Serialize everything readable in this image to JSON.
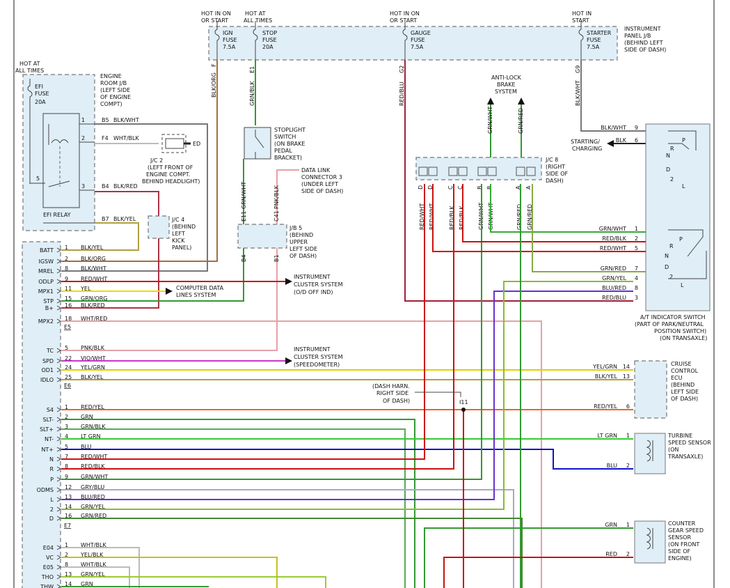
{
  "fuses": {
    "ign": {
      "hot": [
        "HOT IN ON",
        "OR START"
      ],
      "name": [
        "IGN",
        "FUSE",
        "7.5A"
      ]
    },
    "stop": {
      "hot": [
        "HOT AT",
        "ALL TIMES"
      ],
      "name": [
        "STOP",
        "FUSE",
        "20A"
      ]
    },
    "gauge": {
      "hot": [
        "HOT IN ON",
        "OR START"
      ],
      "name": [
        "GAUGE",
        "FUSE",
        "7.5A"
      ]
    },
    "starter": {
      "hot": [
        "HOT IN",
        "START"
      ],
      "name": [
        "STARTER",
        "FUSE",
        "7.5A"
      ]
    },
    "efi": {
      "hot": [
        "HOT AT",
        "ALL TIMES"
      ],
      "name": [
        "EFI",
        "FUSE",
        "20A"
      ]
    }
  },
  "junction_labels": {
    "ipjb": [
      "INSTRUMENT",
      "PANEL J/B",
      "(BEHIND LEFT",
      "SIDE OF DASH)"
    ],
    "erjb": [
      "ENGINE",
      "ROOM J/B",
      "(LEFT SIDE",
      "OF ENGINE",
      "COMPT)"
    ],
    "jc2": [
      "J/C 2",
      "(LEFT FRONT OF",
      "ENGINE COMPT.",
      "BEHIND HEADLIGHT)"
    ],
    "jc4": [
      "J/C 4",
      "(BEHIND",
      "LEFT",
      "KICK",
      "PANEL)"
    ],
    "jb5": [
      "J/B 5",
      "(BEHIND",
      "UPPER",
      "LEFT SIDE",
      "OF DASH)"
    ],
    "jc8": [
      "J/C 8",
      "(RIGHT",
      "SIDE OF",
      "DASH)"
    ],
    "stoplight": [
      "STOPLIGHT",
      "SWITCH",
      "(ON BRAKE",
      "PEDAL",
      "BRACKET)"
    ],
    "dlc": [
      "DATA LINK",
      "CONNECTOR 3",
      "(UNDER LEFT",
      "SIDE OF DASH)"
    ],
    "abs": [
      "ANTI-LOCK",
      "BRAKE",
      "SYSTEM"
    ],
    "starting": [
      "STARTING/",
      "CHARGING"
    ],
    "efi_relay": "EFI RELAY",
    "ed": "ED",
    "at_switch": [
      "A/T INDICATOR SWITCH",
      "(PART OF PARK/NEUTRAL",
      "POSITION SWITCH)",
      "(ON TRANSAXLE)"
    ],
    "cruise": [
      "CRUISE",
      "CONTROL",
      "ECU",
      "(BEHIND",
      "LEFT SIDE",
      "OF DASH)"
    ],
    "turbine": [
      "TURBINE",
      "SPEED SENSOR",
      "(ON",
      "TRANSAXLE)"
    ],
    "counter": [
      "COUNTER",
      "GEAR SPEED",
      "SENSOR",
      "(ON FRONT",
      "SIDE OF",
      "ENGINE)"
    ],
    "data_lines": [
      "COMPUTER DATA",
      "LINES SYSTEM"
    ],
    "ic_odoff": [
      "INSTRUMENT",
      "CLUSTER SYSTEM",
      "(O/D OFF IND)"
    ],
    "ic_speedo": [
      "INSTRUMENT",
      "CLUSTER SYSTEM",
      "(SPEEDOMETER)"
    ],
    "dash_harn": [
      "(DASH HARN.",
      "RIGHT SIDE",
      "OF DASH)"
    ],
    "splice_i11": "I11"
  },
  "vertical_wire_labels": {
    "ign": "BLK/ORG",
    "ign_pin": "F",
    "stop": "GRN/BLK",
    "stop_pin": "E1",
    "gauge": "RED/BLU",
    "gauge_pin": "G2",
    "starter": "BLK/WHT",
    "starter_pin": "G9",
    "stp_sw": "GRN/WHT",
    "dlc": "PNK/BLK",
    "jb5_top1": "E11",
    "jb5_top2": "C41",
    "jb5_bot1": "B4",
    "jb5_bot2": "B1",
    "abs1": "GRN/WHT",
    "abs2": "GRN/RED"
  },
  "jc8_pins": [
    "D",
    "D",
    "C",
    "C",
    "B",
    "B",
    "A",
    "A"
  ],
  "jc8_wires": [
    "RED/WHT",
    "RED/WHT",
    "RED/BLK",
    "RED/BLK",
    "GRN/WHT",
    "GRN/WHT",
    "GRN/RED",
    "GRN/RED"
  ],
  "relay_pins": [
    {
      "pin": "1",
      "cav": "B5",
      "wire": "BLK/WHT"
    },
    {
      "pin": "2",
      "cav": "F4",
      "wire": "WHT/BLK"
    },
    {
      "pin": "3",
      "cav": "B4",
      "wire": "BLK/RED"
    },
    {
      "pin": "",
      "cav": "B7",
      "wire": "BLK/YEL"
    }
  ],
  "ecm_pins": [
    {
      "label": "BATT",
      "pin": "1",
      "wire": "BLK/YEL"
    },
    {
      "label": "IGSW",
      "pin": "2",
      "wire": "BLK/ORG"
    },
    {
      "label": "MREL",
      "pin": "8",
      "wire": "BLK/WHT"
    },
    {
      "label": "ODLP",
      "pin": "9",
      "wire": "RED/WHT"
    },
    {
      "label": "MPX1",
      "pin": "11",
      "wire": "YEL"
    },
    {
      "label": "STP",
      "pin": "15",
      "wire": "GRN/ORG"
    },
    {
      "label": "B+",
      "pin": "16",
      "wire": "BLK/RED"
    },
    {
      "label": "MPX2",
      "pin": "18",
      "wire": "WHT/RED"
    },
    {
      "label": "TC",
      "pin": "5",
      "wire": "PNK/BLK"
    },
    {
      "label": "SPD",
      "pin": "22",
      "wire": "VIO/WHT"
    },
    {
      "label": "OD1",
      "pin": "24",
      "wire": "YEL/GRN"
    },
    {
      "label": "IDLO",
      "pin": "25",
      "wire": "BLK/YEL"
    },
    {
      "label": "S4",
      "pin": "1",
      "wire": "RED/YEL"
    },
    {
      "label": "SLT-",
      "pin": "2",
      "wire": "GRN"
    },
    {
      "label": "SLT+",
      "pin": "3",
      "wire": "GRN/BLK"
    },
    {
      "label": "NT-",
      "pin": "4",
      "wire": "LT GRN"
    },
    {
      "label": "NT+",
      "pin": "5",
      "wire": "BLU"
    },
    {
      "label": "N",
      "pin": "7",
      "wire": "RED/WHT"
    },
    {
      "label": "R",
      "pin": "8",
      "wire": "RED/BLK"
    },
    {
      "label": "P",
      "pin": "9",
      "wire": "GRN/WHT"
    },
    {
      "label": "ODMS",
      "pin": "12",
      "wire": "GRY/BLU"
    },
    {
      "label": "L",
      "pin": "13",
      "wire": "BLU/RED"
    },
    {
      "label": "2",
      "pin": "14",
      "wire": "GRN/YEL"
    },
    {
      "label": "D",
      "pin": "16",
      "wire": "GRN/RED"
    },
    {
      "label": "E04",
      "pin": "1",
      "wire": "WHT/BLK"
    },
    {
      "label": "VC",
      "pin": "2",
      "wire": "YEL/BLK"
    },
    {
      "label": "E05",
      "pin": "8",
      "wire": "WHT/BLK"
    },
    {
      "label": "THO",
      "pin": "13",
      "wire": "GRN/YEL"
    },
    {
      "label": "THW",
      "pin": "14",
      "wire": "GRN"
    }
  ],
  "connectors": [
    "E5",
    "E6",
    "E7"
  ],
  "at_switch_pins": [
    {
      "wire": "BLK/WHT",
      "pin": "9"
    },
    {
      "wire": "BLK",
      "pin": "6"
    },
    {
      "wire": "GRN/WHT",
      "pin": "1"
    },
    {
      "wire": "RED/BLK",
      "pin": "2"
    },
    {
      "wire": "RED/WHT",
      "pin": "5"
    },
    {
      "wire": "GRN/RED",
      "pin": "7"
    },
    {
      "wire": "GRN/YEL",
      "pin": "4"
    },
    {
      "wire": "BLU/RED",
      "pin": "8"
    },
    {
      "wire": "RED/BLU",
      "pin": "3"
    }
  ],
  "switch_positions_top": [
    "P",
    "R",
    "N",
    "D",
    "2",
    "L"
  ],
  "switch_positions_bot": [
    "P",
    "R",
    "N",
    "D",
    "2",
    "L"
  ],
  "cruise_pins": [
    {
      "wire": "YEL/GRN",
      "pin": "14"
    },
    {
      "wire": "BLK/YEL",
      "pin": "13"
    },
    {
      "wire": "RED/YEL",
      "pin": "6"
    }
  ],
  "turbine_pins": [
    {
      "wire": "LT GRN",
      "pin": "1"
    },
    {
      "wire": "BLU",
      "pin": "2"
    }
  ],
  "counter_pins": [
    {
      "wire": "GRN",
      "pin": "1"
    },
    {
      "wire": "RED",
      "pin": "2"
    }
  ],
  "colors": {
    "box_fill": "#dfeef7",
    "BLK": "#222222",
    "RED": "#cc1111",
    "GRN": "#339933",
    "YEL": "#e0d000",
    "BLU": "#1111cc",
    "PNK": "#e6a0a8",
    "VIO": "#cc33cc",
    "GRY": "#a8a8c8"
  }
}
